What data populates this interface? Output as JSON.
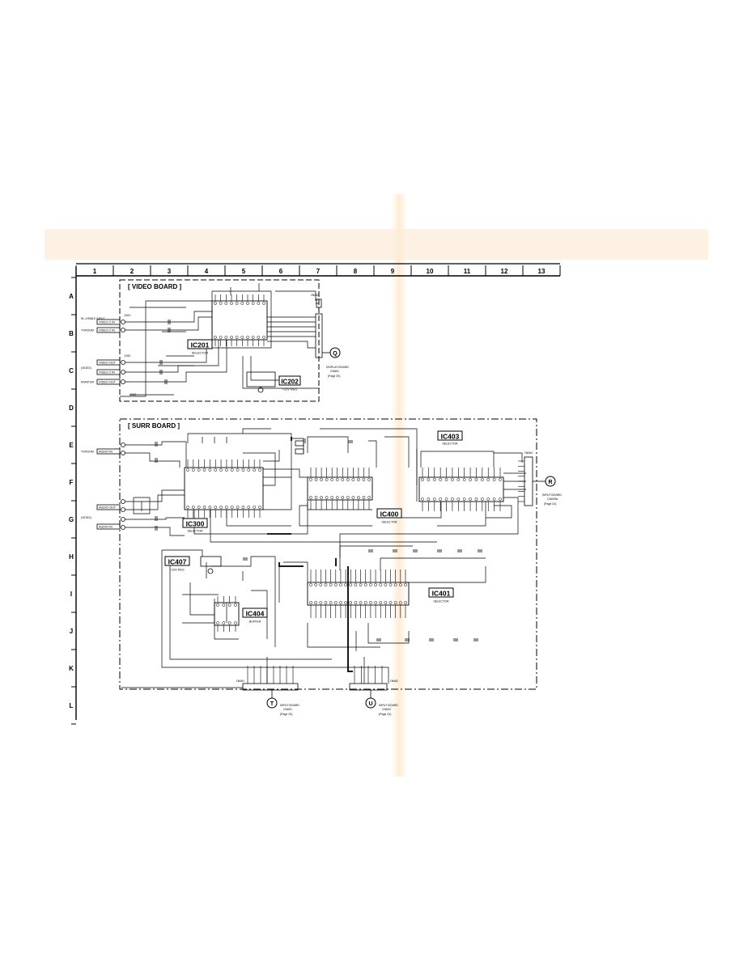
{
  "grid": {
    "columns": [
      "1",
      "2",
      "3",
      "4",
      "5",
      "6",
      "7",
      "8",
      "9",
      "10",
      "11",
      "12",
      "13"
    ],
    "rows": [
      "A",
      "B",
      "C",
      "D",
      "E",
      "F",
      "G",
      "H",
      "I",
      "J",
      "K",
      "L"
    ]
  },
  "video_board": {
    "title": "[ VIDEO BOARD ]",
    "inputs": [
      "VIDEO 2 IN",
      "VIDEO 2 IN",
      "VIDEO OUT",
      "VIDEO 2 IN",
      "VIDEO OUT"
    ],
    "input_groups": [
      "RL-VISIBLE INPUT",
      "TV/ROOM",
      "(VIDEO)",
      "MONITOR"
    ],
    "jacks": [
      "J201",
      "J202",
      "J203"
    ],
    "chips": [
      {
        "ref": "IC201",
        "desc": "SELECTOR"
      },
      {
        "ref": "IC202",
        "desc": "+12V REG"
      }
    ],
    "connector": {
      "ref": "CN202",
      "label": "DISPLAY BOARD",
      "sub": "CN801",
      "page": "(Page 29)",
      "marker": "Q"
    }
  },
  "surr_board": {
    "title": "[ SURR BOARD ]",
    "inputs": [
      "AUDIO IN",
      "AUDIO OUT",
      "AUDIO IN"
    ],
    "input_groups": [
      "TV/ROOM",
      "(VIDEO)"
    ],
    "chips": [
      {
        "ref": "IC300",
        "desc": "SELECTOR"
      },
      {
        "ref": "IC400",
        "desc": "SELECTOR"
      },
      {
        "ref": "IC401",
        "desc": "SELECTOR"
      },
      {
        "ref": "IC403",
        "desc": "SELECTOR"
      },
      {
        "ref": "IC404",
        "desc": "BUFFER"
      },
      {
        "ref": "IC407",
        "desc": "+15V REG"
      }
    ],
    "connectors": [
      {
        "ref": "CN404",
        "label": "INPUT BOARD",
        "sub": "CN605A",
        "page": "(Page 24)",
        "marker": "R"
      },
      {
        "ref": "CN401",
        "label": "INPUT BOARD",
        "sub": "CN601",
        "page": "(Page 23)",
        "marker": "T"
      },
      {
        "ref": "CN402",
        "label": "INPUT BOARD",
        "sub": "CN602",
        "page": "(Page 24)",
        "marker": "U"
      }
    ]
  },
  "colors": {
    "line": "#000000",
    "band": "#fdf1e4",
    "fold": "#fdecd6"
  }
}
